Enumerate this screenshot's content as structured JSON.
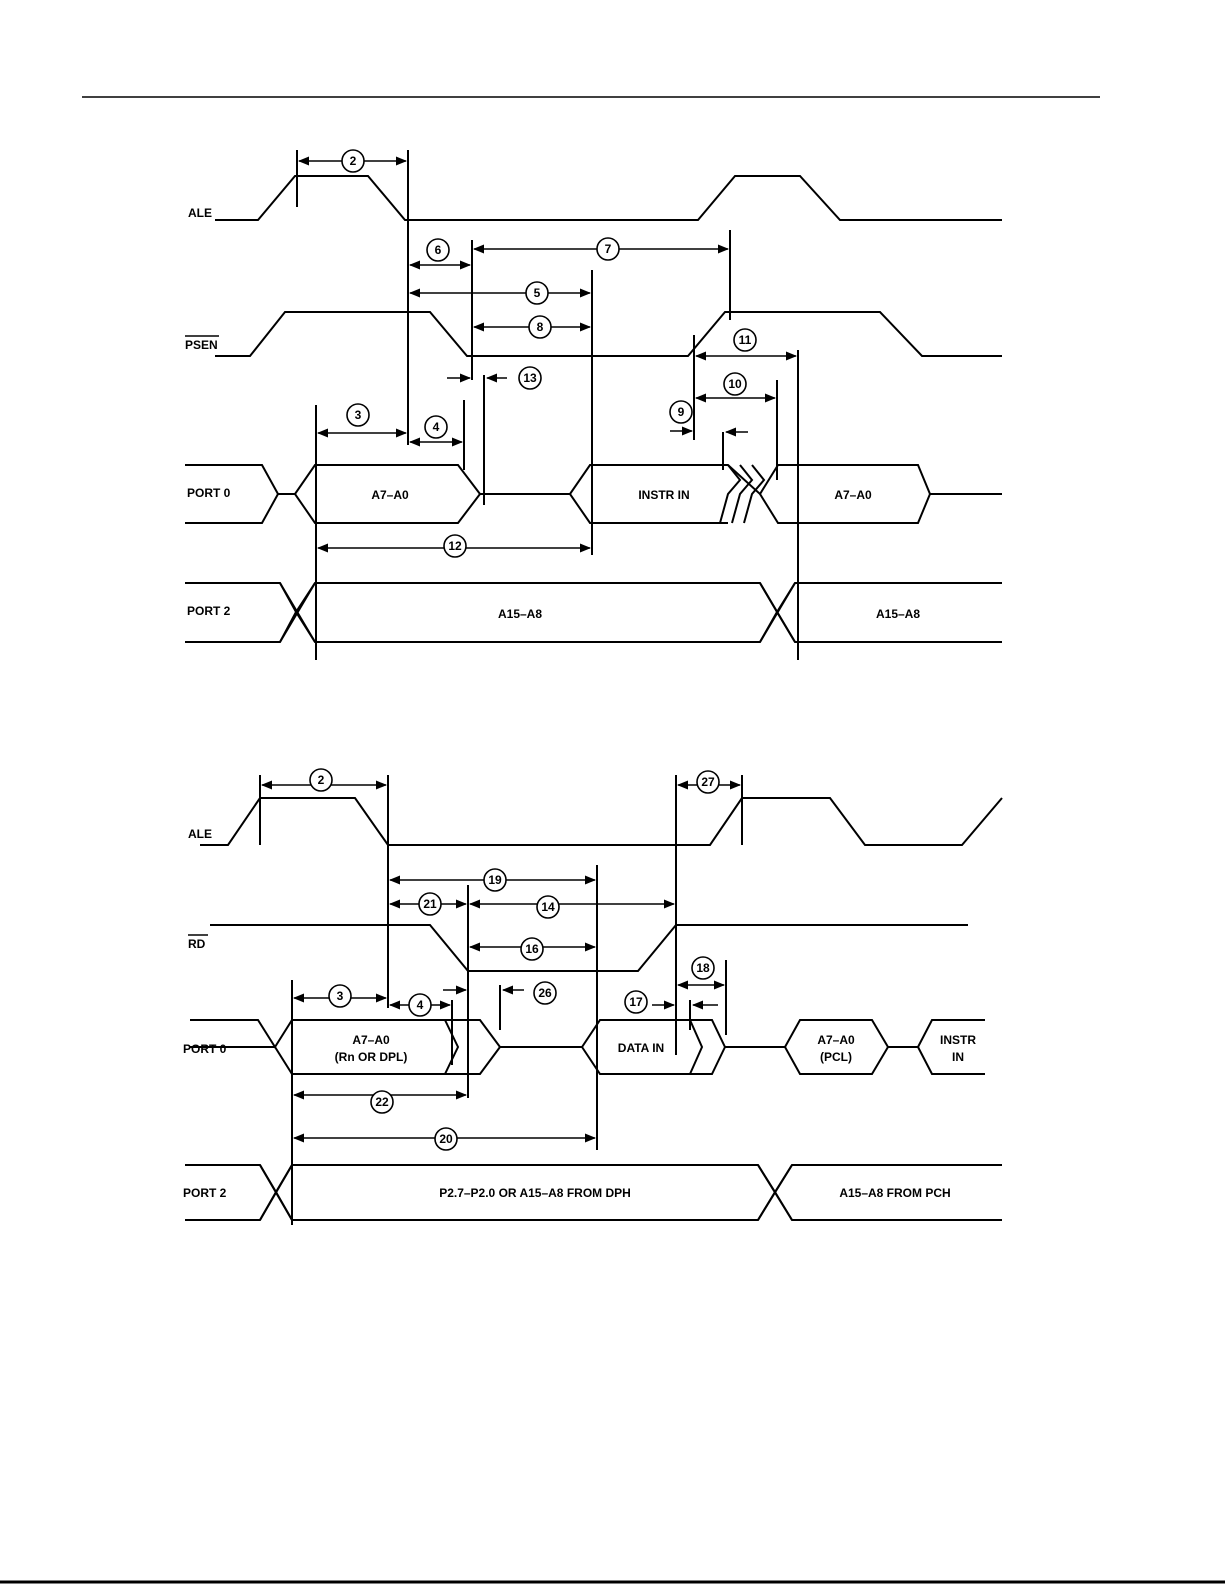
{
  "fig1": {
    "signals": {
      "ale": "ALE",
      "psen": "PSEN",
      "port0": "PORT 0",
      "port2": "PORT 2"
    },
    "buses": {
      "p0_addr": "A7–A0",
      "p0_instr": "INSTR IN",
      "p0_addr2": "A7–A0",
      "p2_addr": "A15–A8",
      "p2_addr2": "A15–A8"
    },
    "params": {
      "p2": "2",
      "p3": "3",
      "p4": "4",
      "p5": "5",
      "p6": "6",
      "p7": "7",
      "p8": "8",
      "p9": "9",
      "p10": "10",
      "p11": "11",
      "p12": "12",
      "p13": "13"
    }
  },
  "fig2": {
    "signals": {
      "ale": "ALE",
      "rd": "RD",
      "port0": "PORT 0",
      "port2": "PORT 2"
    },
    "buses": {
      "p0_addr_l1": "A7–A0",
      "p0_addr_l2": "(Rn OR DPL)",
      "p0_data": "DATA IN",
      "p0_pcl_l1": "A7–A0",
      "p0_pcl_l2": "(PCL)",
      "p0_instr_l1": "INSTR",
      "p0_instr_l2": "IN",
      "p2_addr": "P2.7–P2.0 OR A15–A8 FROM DPH",
      "p2_pch": "A15–A8 FROM PCH"
    },
    "params": {
      "p2": "2",
      "p3": "3",
      "p4": "4",
      "p14": "14",
      "p16": "16",
      "p17": "17",
      "p18": "18",
      "p19": "19",
      "p20": "20",
      "p21": "21",
      "p22": "22",
      "p26": "26",
      "p27": "27"
    }
  }
}
